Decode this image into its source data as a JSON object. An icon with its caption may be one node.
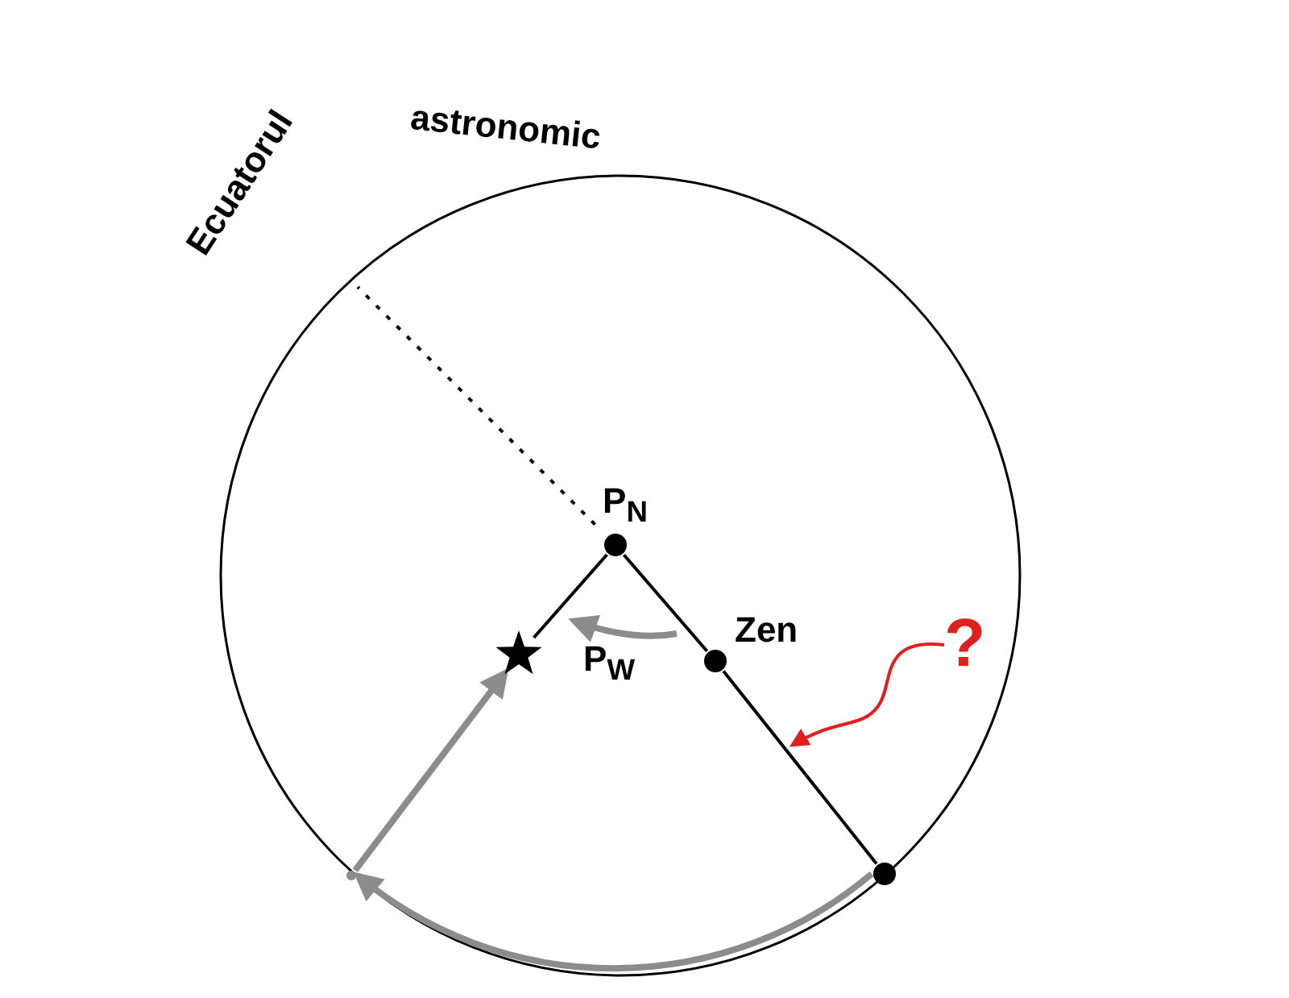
{
  "diagram": {
    "nodes": [
      {
        "text": [
          "P$_{N}$"
        ]
      },
      {
        "text": [
          "Zen"
        ]
      },
      {
        "text": [],
        "shape": "star"
      },
      {
        "text": [],
        "shape": "circle"
      },
      {
        "text": [],
        "shape": "point"
      },
      {
        "text": [
          "?"
        ]
      }
    ],
    "edges": [
      {
        "from": 0,
        "to": 1,
        "arrow": "none"
      },
      {
        "from": 1,
        "to": 3,
        "arrow": "none"
      },
      {
        "from": 0,
        "to": 2,
        "arrow": "none"
      },
      {
        "from": 3,
        "to": 4,
        "arrow": "to",
        "style": "thick",
        "color": "#8c8c8c"
      },
      {
        "from": 4,
        "to": 2,
        "arrow": "to",
        "style": "thick",
        "color": "#8c8c8c"
      },
      {
        "from": 5,
        "to": null,
        "arrow": "to",
        "color": "#e0201c"
      },
      {
        "from": 0,
        "to": null,
        "arrow": "none",
        "style": "dashed"
      }
    ],
    "labels": [
      "Ecuatorul",
      "astronomic",
      "P$_{W}$"
    ]
  }
}
